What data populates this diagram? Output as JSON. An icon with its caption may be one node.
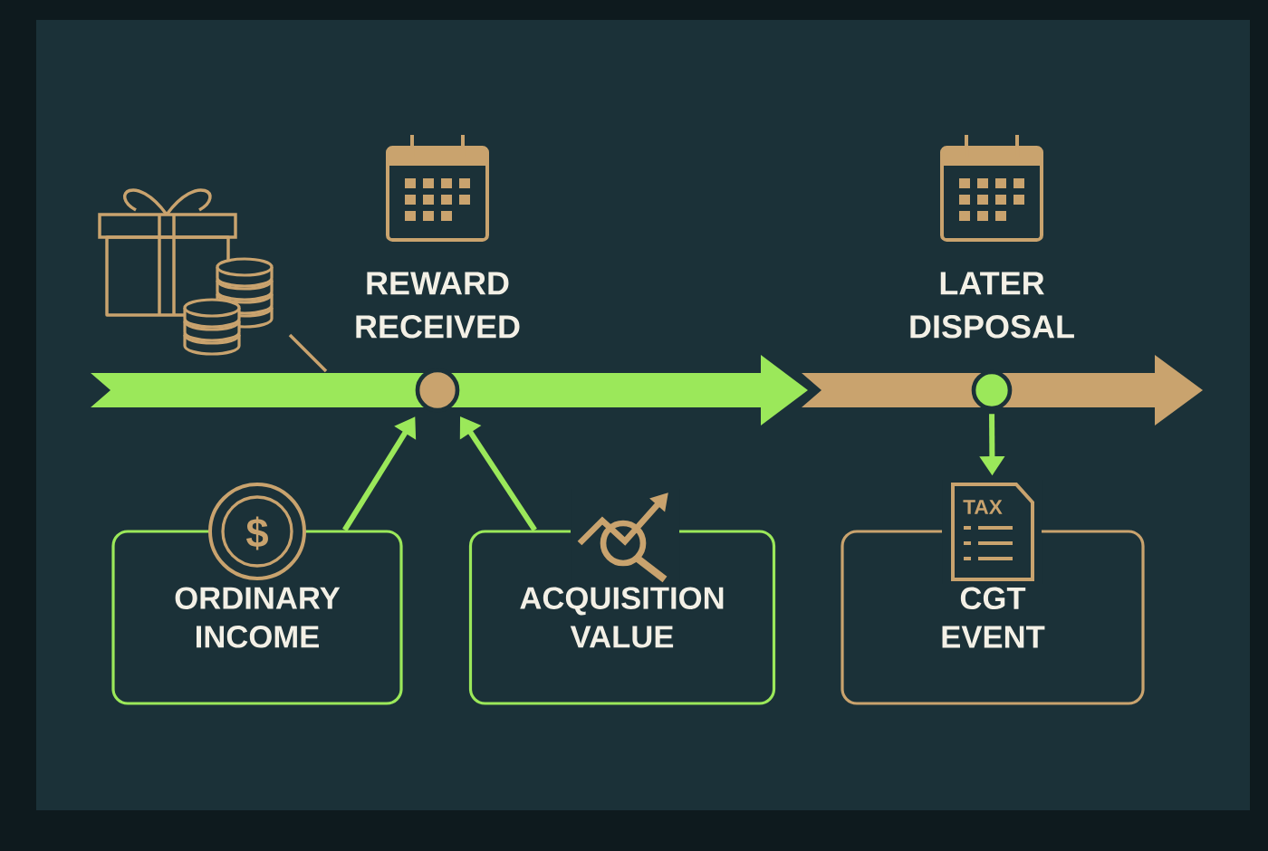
{
  "diagram": {
    "nodes": [
      {
        "text": [],
        "shape": "circle",
        "beside": [
          "REWARD RECEIVED"
        ]
      },
      {
        "text": [],
        "shape": "circle",
        "beside": [
          "LATER DISPOSAL"
        ]
      },
      {
        "text": [
          "ORDINARY INCOME"
        ]
      },
      {
        "text": [
          "ACQUISITION VALUE"
        ]
      },
      {
        "text": [
          "CGT EVENT"
        ],
        "beside": [
          "TAX"
        ]
      }
    ],
    "edges": [
      {
        "from": 2,
        "to": 0,
        "arrow": "to"
      },
      {
        "from": 3,
        "to": 0,
        "arrow": "to"
      },
      {
        "from": 1,
        "to": 4,
        "arrow": "to"
      }
    ],
    "labels": [
      "$"
    ]
  }
}
